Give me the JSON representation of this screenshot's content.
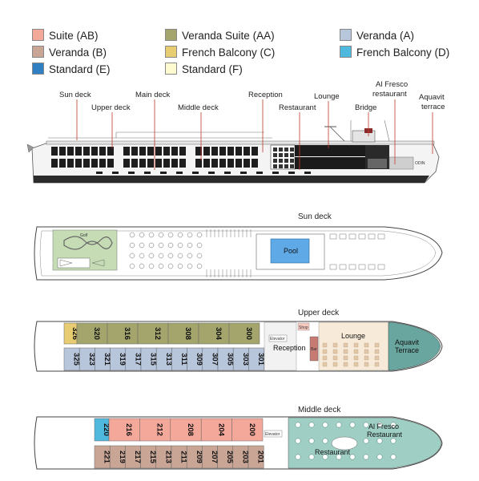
{
  "legend": [
    {
      "label": "Suite (AB)",
      "color": "#f4a89a"
    },
    {
      "label": "Veranda Suite (AA)",
      "color": "#a3a56c"
    },
    {
      "label": "Veranda (A)",
      "color": "#b8c6dc"
    },
    {
      "label": "Veranda (B)",
      "color": "#c9a595"
    },
    {
      "label": "French Balcony (C)",
      "color": "#e8cc72"
    },
    {
      "label": "French Balcony (D)",
      "color": "#4fb8dd"
    },
    {
      "label": "Standard (E)",
      "color": "#2f7fc2"
    },
    {
      "label": "Standard (F)",
      "color": "#fffbd0"
    }
  ],
  "profile_labels": {
    "sun_deck": "Sun deck",
    "upper_deck": "Upper deck",
    "main_deck": "Main deck",
    "middle_deck": "Middle deck",
    "reception": "Reception",
    "restaurant": "Restaurant",
    "lounge": "Lounge",
    "bridge": "Bridge",
    "al_fresco_line1": "Al Fresco",
    "al_fresco_line2": "restaurant",
    "aquavit_line1": "Aquavit",
    "aquavit_line2": "terrace",
    "ship_name": "ODIN"
  },
  "sun_deck": {
    "title": "Sun deck",
    "golf": "Golf",
    "pool": "Pool"
  },
  "upper_deck": {
    "title": "Upper deck",
    "top_cabins": [
      {
        "num": "326",
        "cat": "C"
      },
      {
        "num": "320",
        "cat": "AA"
      },
      {
        "num": "316",
        "cat": "AA"
      },
      {
        "num": "312",
        "cat": "AA"
      },
      {
        "num": "308",
        "cat": "AA"
      },
      {
        "num": "304",
        "cat": "AA"
      },
      {
        "num": "300",
        "cat": "AA"
      }
    ],
    "bottom_cabins": [
      "325",
      "323",
      "321",
      "319",
      "317",
      "315",
      "313",
      "311",
      "309",
      "307",
      "305",
      "303",
      "301"
    ],
    "elevator": "Elevator",
    "shop": "Shop",
    "reception": "Reception",
    "bar": "Bar",
    "lounge": "Lounge",
    "aquavit_line1": "Aquavit",
    "aquavit_line2": "Terrace"
  },
  "middle_deck": {
    "title": "Middle deck",
    "top_cabins": [
      {
        "num": "220",
        "cat": "D"
      },
      {
        "num": "216",
        "cat": "AB"
      },
      {
        "num": "212",
        "cat": "AB"
      },
      {
        "num": "208",
        "cat": "AB"
      },
      {
        "num": "204",
        "cat": "AB"
      },
      {
        "num": "200",
        "cat": "AB"
      }
    ],
    "bottom_cabins": [
      "221",
      "219",
      "217",
      "215",
      "213",
      "211",
      "209",
      "207",
      "205",
      "203",
      "201"
    ],
    "elevator": "Elevator",
    "restaurant": "Restaurant",
    "al_fresco_line1": "Al Fresco",
    "al_fresco_line2": "Restaurant"
  }
}
